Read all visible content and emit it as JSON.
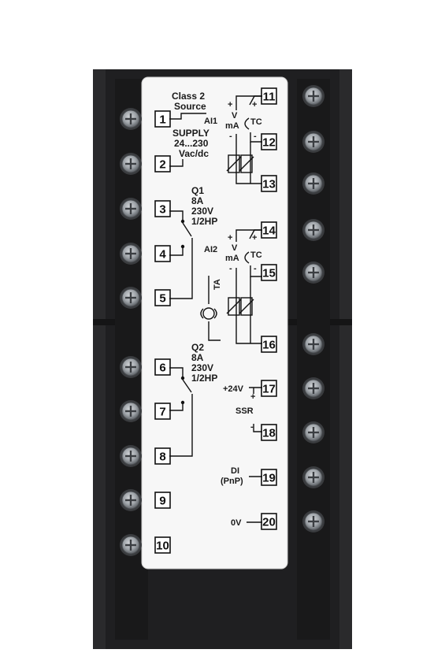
{
  "colors": {
    "housing": "#1f1f21",
    "housing_edge": "#2c2c2e",
    "label_bg": "#f7f7f7",
    "ink": "#111111",
    "screw_metal": "#9ea3a8"
  },
  "labels": {
    "class2": "Class 2",
    "source": "Source",
    "supply": "SUPPLY",
    "voltage_range": "24...230",
    "vacdc": "Vac/dc",
    "q1": "Q1",
    "q1_amps": "8A",
    "q1_volts": "230V",
    "q1_hp": "1/2HP",
    "q2": "Q2",
    "q2_amps": "8A",
    "q2_volts": "230V",
    "q2_hp": "1/2HP",
    "ai1": "AI1",
    "ai2": "AI2",
    "v1": "V",
    "ma1": "mA",
    "tc1": "TC",
    "v2": "V",
    "ma2": "mA",
    "tc2": "TC",
    "ta": "TA",
    "plus24v": "+24V",
    "ssr": "SSR",
    "di": "DI",
    "pnp": "(PnP)",
    "zero_v": "0V",
    "plus_a": "+",
    "plus_b": "+",
    "plus_c": "+",
    "plus_d": "+",
    "plus_e": "+",
    "minus_a": "-",
    "minus_b": "-",
    "minus_c": "-",
    "minus_d": "-",
    "minus_e": "-"
  },
  "left_terminals": [
    "1",
    "2",
    "3",
    "4",
    "5",
    "6",
    "7",
    "8",
    "9",
    "10"
  ],
  "right_terminals": [
    "11",
    "12",
    "13",
    "14",
    "15",
    "16",
    "17",
    "18",
    "19",
    "20"
  ],
  "screw_icon": "terminal-screw-icon"
}
